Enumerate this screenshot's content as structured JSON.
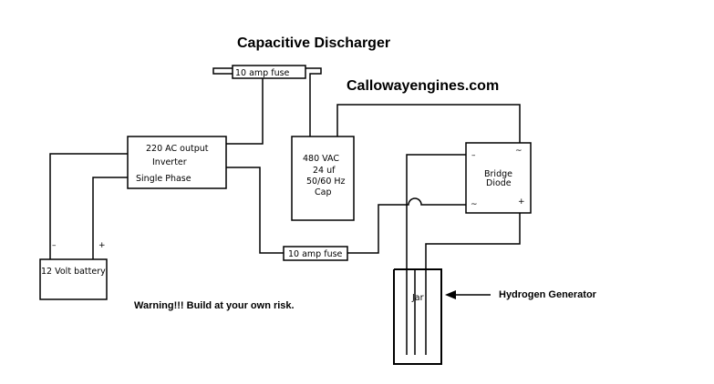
{
  "title": "Capacitive Discharger",
  "website": "Callowayengines.com",
  "warning": "Warning!!! Build at your own risk.",
  "components": {
    "fuse_top": {
      "label": "10 amp fuse"
    },
    "fuse_bottom": {
      "label": "10 amp fuse"
    },
    "inverter": {
      "line1": "220 AC output",
      "line2": "Inverter",
      "line3": "Single Phase"
    },
    "capacitor": {
      "line1": "480 VAC",
      "line2": "24 uf",
      "line3": "50/60 Hz",
      "line4": "Cap"
    },
    "bridge": {
      "line1": "Bridge",
      "line2": "Diode",
      "tl": "–",
      "tr": "~",
      "bl": "~",
      "br": "+"
    },
    "battery": {
      "label": "12 Volt battery",
      "neg": "–",
      "pos": "+"
    },
    "jar": {
      "label": "Jar"
    }
  },
  "annotation": {
    "label": "Hydrogen Generator"
  }
}
